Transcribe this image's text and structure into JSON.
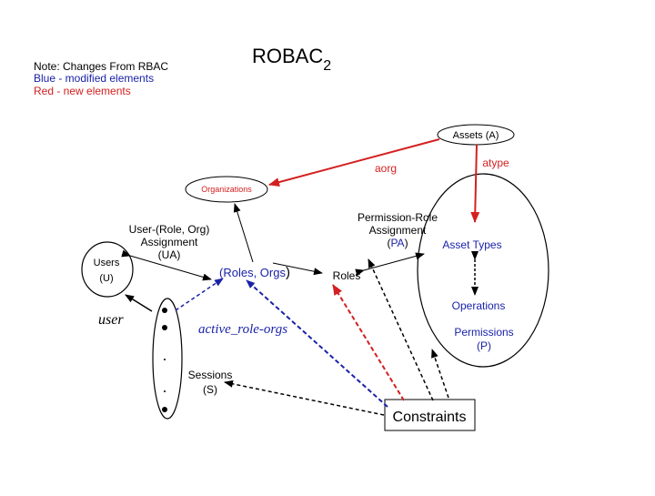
{
  "notes": {
    "line1": "Note: Changes From RBAC",
    "line2": "Blue - modified elements",
    "line3": "Red - new elements"
  },
  "title": {
    "main": "ROBAC",
    "sub": "2"
  },
  "nodes": {
    "assets": "Assets (A)",
    "aorg": "aorg",
    "atype": "atype",
    "organizations": "Organizations",
    "ua_line1": "User-(Role, Org)",
    "ua_line2": "Assignment",
    "ua_line3": "(UA)",
    "pa_line1": "Permission-Role",
    "pa_line2": "Assignment",
    "pa_line3a": "(",
    "pa_line3b": "PA",
    "pa_line3c": ")",
    "asset_types": "Asset Types",
    "users_line1": "Users",
    "users_line2": "(U)",
    "roles_orgs_a": "(Roles, Orgs",
    "roles_orgs_b": ")",
    "roles": "Roles",
    "operations": "Operations",
    "user": "user",
    "active_role_orgs": "active_role-orgs",
    "permissions_line1": "Permissions",
    "permissions_line2": "(P)",
    "sessions_line1": "Sessions",
    "sessions_line2": "(S)",
    "constraints": "Constraints"
  },
  "colors": {
    "new": "#d42020",
    "modified": "#1a22a8",
    "base": "#000000"
  }
}
